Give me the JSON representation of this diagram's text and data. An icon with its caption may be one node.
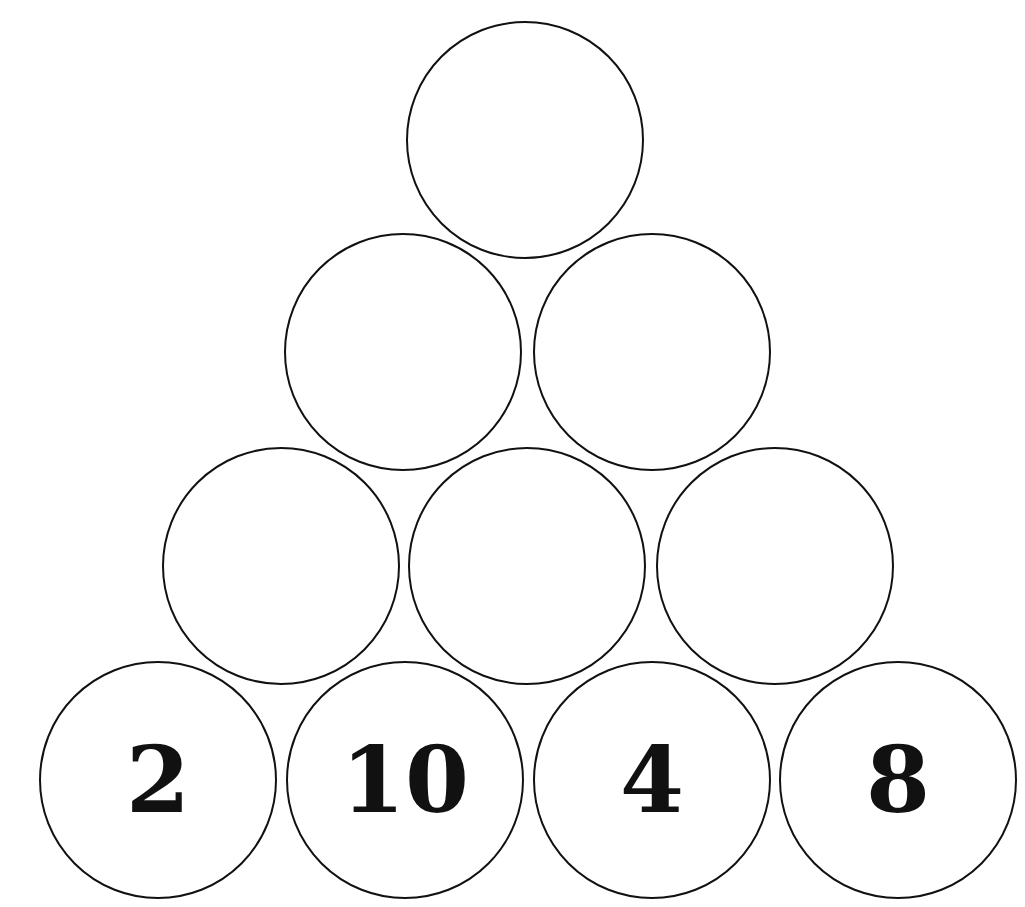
{
  "diagram": {
    "nodes": [
      {
        "text": [],
        "shape": "circle"
      },
      {
        "text": [],
        "shape": "circle"
      },
      {
        "text": [],
        "shape": "circle"
      },
      {
        "text": [],
        "shape": "circle"
      },
      {
        "text": [],
        "shape": "circle"
      },
      {
        "text": [],
        "shape": "circle"
      },
      {
        "text": [
          "2"
        ]
      },
      {
        "text": [
          "10"
        ]
      },
      {
        "text": [
          "4"
        ]
      },
      {
        "text": [
          "8"
        ]
      }
    ]
  }
}
